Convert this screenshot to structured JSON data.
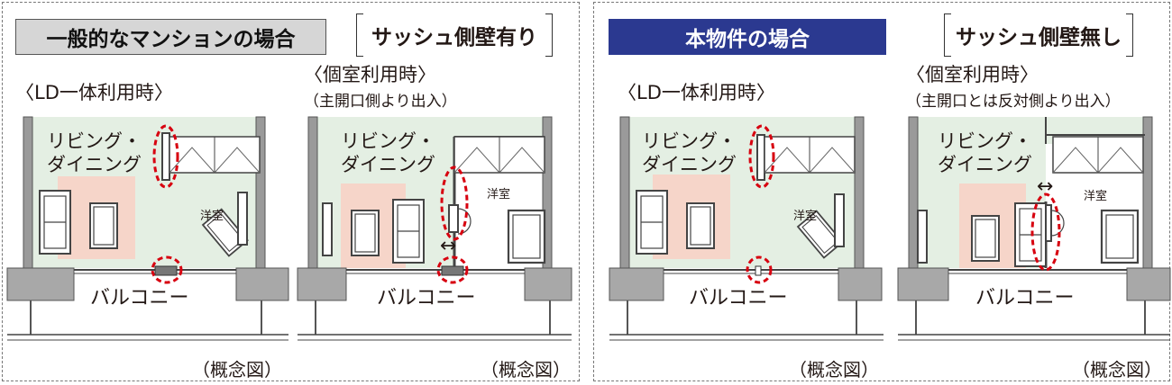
{
  "left": {
    "title": "一般的なマンションの場合",
    "tag": "サッシュ側壁有り",
    "ld_caption": "〈LD一体利用時〉",
    "room_caption": "〈個室利用時〉",
    "room_caption_sub": "（主開口側より出入）",
    "caption": "（概念図）",
    "caption2": "（概念図）"
  },
  "right": {
    "title": "本物件の場合",
    "tag": "サッシュ側壁無し",
    "ld_caption": "〈LD一体利用時〉",
    "room_caption": "〈個室利用時〉",
    "room_caption_sub": "（主開口とは反対側より出入）",
    "caption": "（概念図）",
    "caption2": "（概念図）"
  },
  "labels": {
    "living1": "リビング・",
    "living2": "ダイニング",
    "western_room": "洋室",
    "balcony": "バルコニー",
    "arrow": "↔"
  },
  "colors": {
    "floor": "#e4efe3",
    "rug": "#f6d5c9",
    "wall": "#888888",
    "highlight": "#d7000f",
    "blue_badge": "#2b3990",
    "gray_badge": "#d6d6d6"
  }
}
